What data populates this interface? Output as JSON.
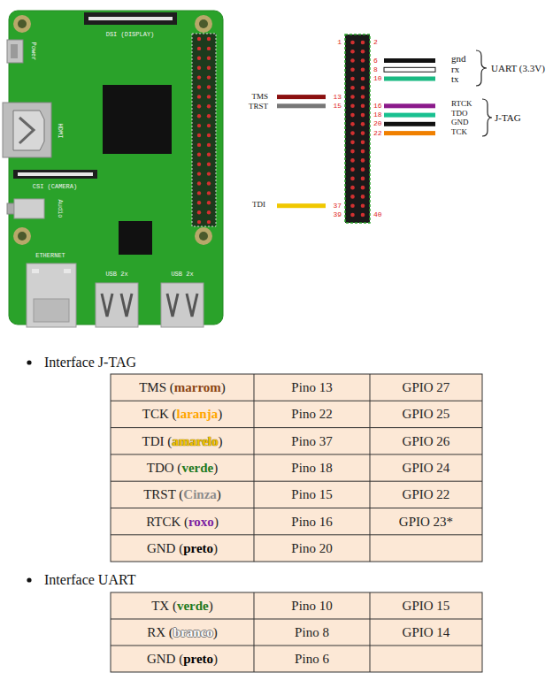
{
  "diagram": {
    "labels": [
      "DSI (DISPLAY)",
      "Power",
      "HDMI",
      "CSI (CAMERA)",
      "Audio",
      "ETHERNET",
      "USB 2x",
      "USB 2x",
      "1",
      "2",
      "6",
      "gnd",
      "8",
      "rx",
      "10",
      "tx",
      "UART (3.3V)",
      "TMS",
      "13",
      "TRST",
      "15",
      "16",
      "RTCK",
      "18",
      "TDO",
      "20",
      "GND",
      "22",
      "TCK",
      "J-TAG",
      "TDI",
      "37",
      "39",
      "40",
      "Interface J-TAG",
      "TMS (marrom)",
      "Pino 13",
      "GPIO 27",
      "TCK (laranja)",
      "Pino 22",
      "GPIO 25",
      "TDI (amarelo)",
      "Pino 37",
      "GPIO 26",
      "TDO (verde)",
      "Pino 18",
      "GPIO 24",
      "TRST (Cinza)",
      "Pino 15",
      "GPIO 22",
      "RTCK (roxo)",
      "Pino 16",
      "GPIO 23*",
      "GND (preto)",
      "Pino 20",
      "Interface UART",
      "TX (verde)",
      "Pino 10",
      "GPIO 15",
      "RX (branco)",
      "Pino 8",
      "GPIO 14",
      "GND (preto)",
      "Pino 6"
    ]
  }
}
